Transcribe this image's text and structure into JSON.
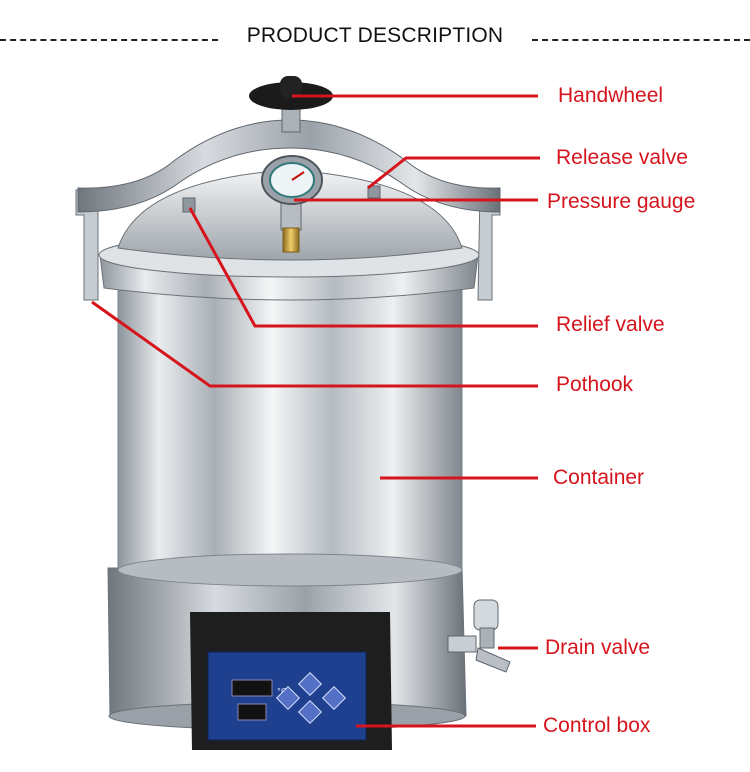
{
  "header": {
    "title": "PRODUCT DESCRIPTION"
  },
  "labels": {
    "handwheel": "Handwheel",
    "release_valve": "Release valve",
    "pressure_gauge": "Pressure gauge",
    "relief_valve": "Relief valve",
    "pothook": "Pothook",
    "container": "Container",
    "drain_valve": "Drain valve",
    "control_box": "Control box"
  },
  "colors": {
    "accent": "#d6141c",
    "panel": "#1f3f8f",
    "steel": "#c9ced4"
  },
  "panel": {
    "temp_unit": "°C"
  }
}
